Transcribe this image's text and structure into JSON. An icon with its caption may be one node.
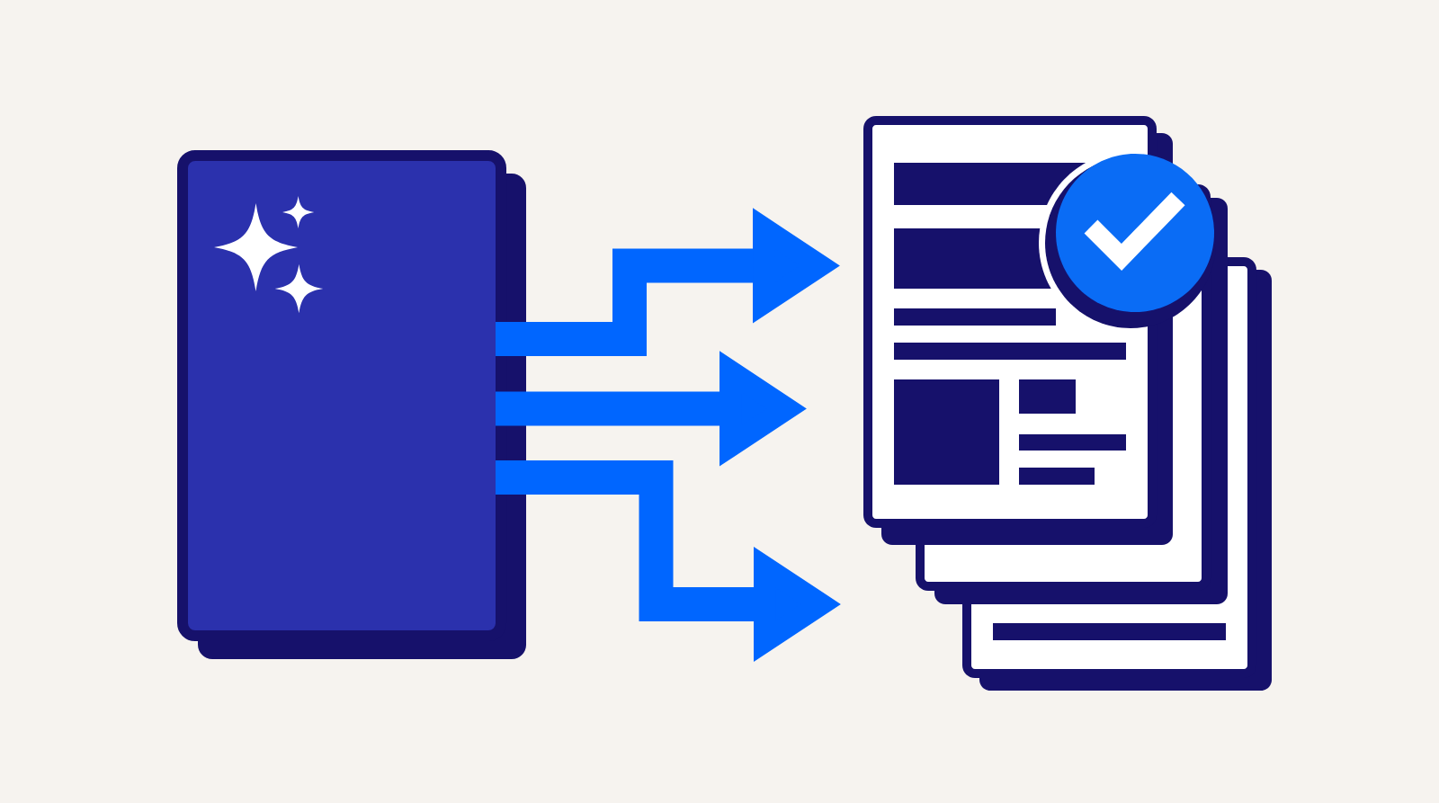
{
  "diagram": {
    "nodes": [
      {
        "text": [],
        "shape": "box"
      },
      {
        "text": [],
        "shape": "document"
      }
    ],
    "edges": [
      {
        "from": 0,
        "to": 1,
        "arrow": "to"
      },
      {
        "from": 0,
        "to": 1,
        "arrow": "to"
      },
      {
        "from": 0,
        "to": 1,
        "arrow": "to"
      }
    ]
  }
}
